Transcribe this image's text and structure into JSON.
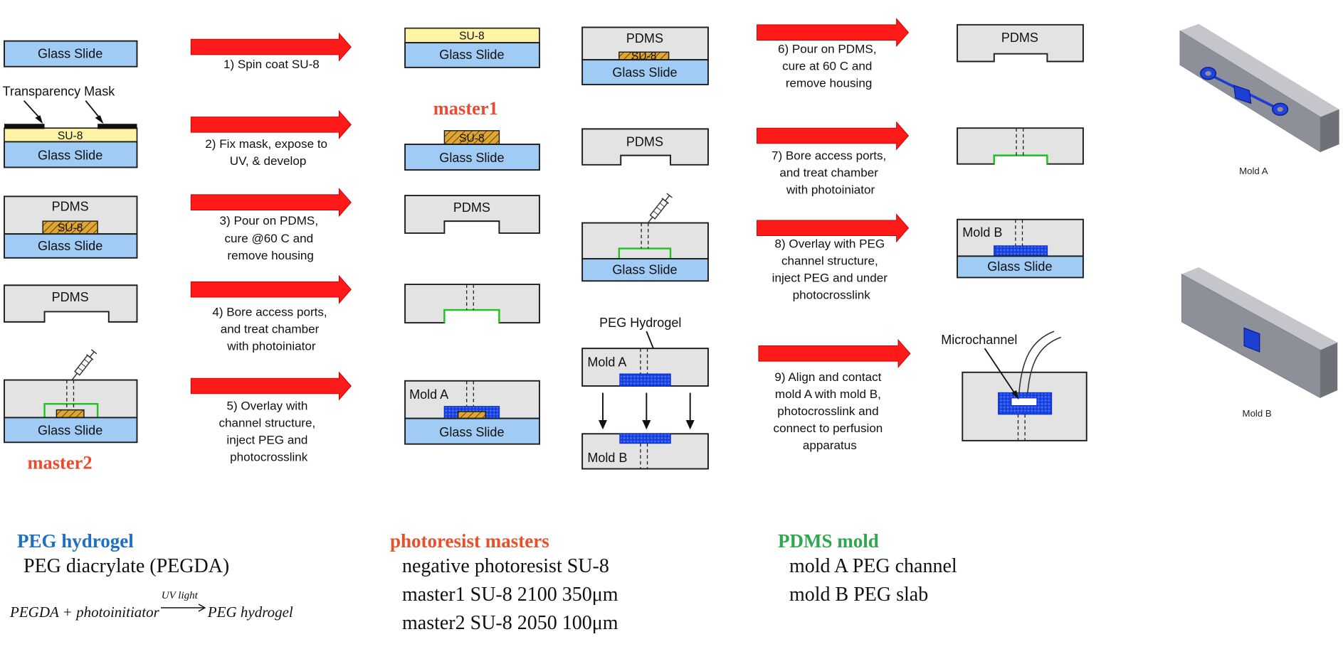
{
  "labels": {
    "glass_slide": "Glass Slide",
    "su8": "SU-8",
    "pdms": "PDMS",
    "transparency_mask": "Transparency Mask",
    "master1": "master1",
    "master2": "master2",
    "mold_a": "Mold A",
    "mold_b": "Mold B",
    "peg_hydrogel": "PEG Hydrogel",
    "microchannel": "Microchannel"
  },
  "steps": [
    [
      "1) Spin coat SU-8"
    ],
    [
      "2) Fix mask, expose to",
      "UV, & develop"
    ],
    [
      "3) Pour on PDMS,",
      "cure @60 C and",
      "remove housing"
    ],
    [
      "4) Bore access ports,",
      "and treat chamber",
      "with photoiniator"
    ],
    [
      "5) Overlay with",
      "channel structure,",
      "inject PEG and",
      "photocrosslink"
    ],
    [
      "6) Pour on PDMS,",
      "cure at 60 C and",
      "remove housing"
    ],
    [
      "7) Bore access ports,",
      "and treat chamber",
      "with photoiniator"
    ],
    [
      "8) Overlay with PEG",
      "channel structure,",
      "inject PEG and under",
      "photocrosslink"
    ],
    [
      "9) Align and contact",
      "mold A with mold B,",
      "photocrosslink and",
      "connect to perfusion",
      "apparatus"
    ]
  ],
  "captions": {
    "mold_a_3d": "Mold A",
    "mold_b_3d": "Mold B"
  },
  "legend": {
    "peg": {
      "title": "PEG hydrogel",
      "line1": "PEG diacrylate (PEGDA)",
      "eq_left": "PEGDA + photoinitiator",
      "eq_over": "UV light",
      "eq_right": "PEG hydrogel"
    },
    "photoresist": {
      "title": "photoresist masters",
      "lines": [
        "negative photoresist SU-8",
        "master1 SU-8 2100 350μm",
        "master2 SU-8 2050 100μm"
      ]
    },
    "pdms": {
      "title": "PDMS mold",
      "lines": [
        "mold A PEG channel",
        "mold B PEG slab"
      ]
    }
  },
  "colors": {
    "arrow": "#ff1a1a",
    "glass": "#9fcbf5",
    "pdms": "#e3e3e3",
    "su8": "#fff4a6",
    "peg": "#1e49e6",
    "green_treatment": "#1ec41e",
    "master_label": "#ea4a2e",
    "peg_title": "#1f6fc2",
    "photoresist_title": "#e8502b",
    "pdms_title": "#2ea84f"
  }
}
